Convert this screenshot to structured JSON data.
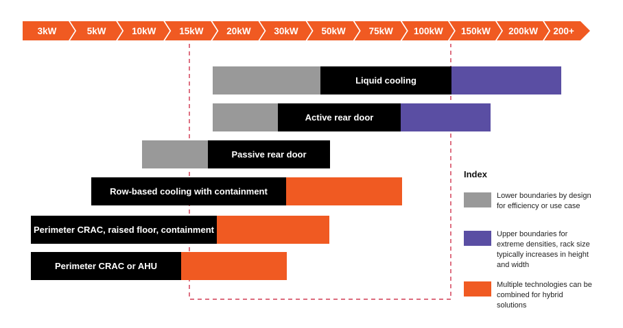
{
  "scale": {
    "labels": [
      "3kW",
      "5kW",
      "10kW",
      "15kW",
      "20kW",
      "30kW",
      "50kW",
      "75kW",
      "100kW",
      "150kW",
      "200kW",
      "200+"
    ],
    "color": "#f05a22"
  },
  "technologies": [
    {
      "label": "Liquid cooling"
    },
    {
      "label": "Active rear door"
    },
    {
      "label": "Passive rear door"
    },
    {
      "label": "Row-based cooling with containment"
    },
    {
      "label": "Perimeter CRAC, raised floor, containment"
    },
    {
      "label": "Perimeter CRAC or AHU"
    }
  ],
  "legend": {
    "title": "Index",
    "items": [
      {
        "text": "Lower boundaries by design for efficiency or use case",
        "color": "#999999"
      },
      {
        "text": "Upper boundaries for extreme densities, rack size typically increases in height and width",
        "color": "#5a4ea3"
      },
      {
        "text": "Multiple technologies can be combined for hybrid solutions",
        "color": "#f05a22"
      }
    ]
  },
  "colors": {
    "black": "#000000",
    "grey": "#999999",
    "orange": "#f05a22",
    "purple": "#5a4ea3",
    "dash": "#c8102e"
  }
}
